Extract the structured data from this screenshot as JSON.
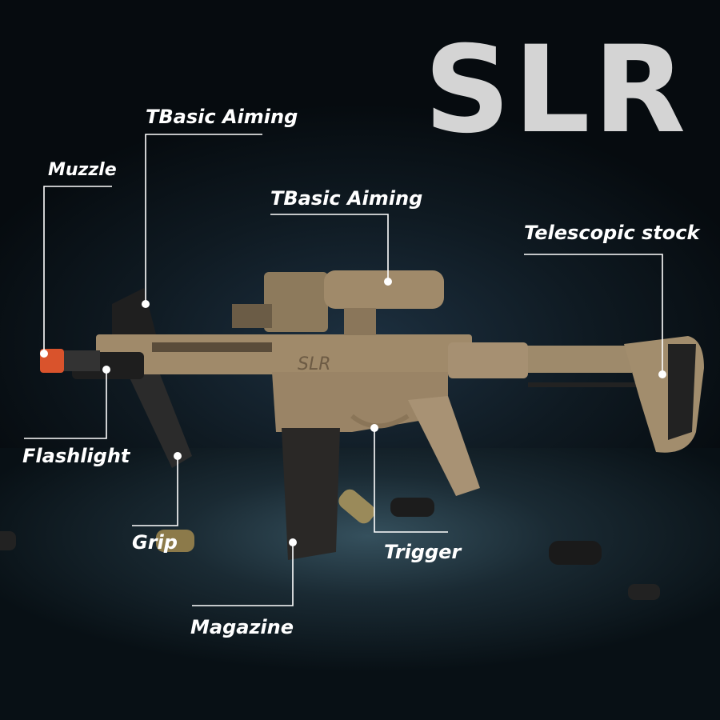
{
  "title": "SLR",
  "labels": {
    "top_aiming": "TBasic Aiming",
    "muzzle": "Muzzle",
    "scope_aiming": "TBasic Aiming",
    "stock": "Telescopic stock",
    "flashlight": "Flashlight",
    "grip": "Grip",
    "trigger": "Trigger",
    "magazine": "Magazine"
  },
  "engraving": "SLR",
  "colors": {
    "gun_tan": "#a08a6a",
    "muzzle_tip": "#d9532c",
    "magazine": "#2a2826",
    "title": "#d4d4d4"
  }
}
